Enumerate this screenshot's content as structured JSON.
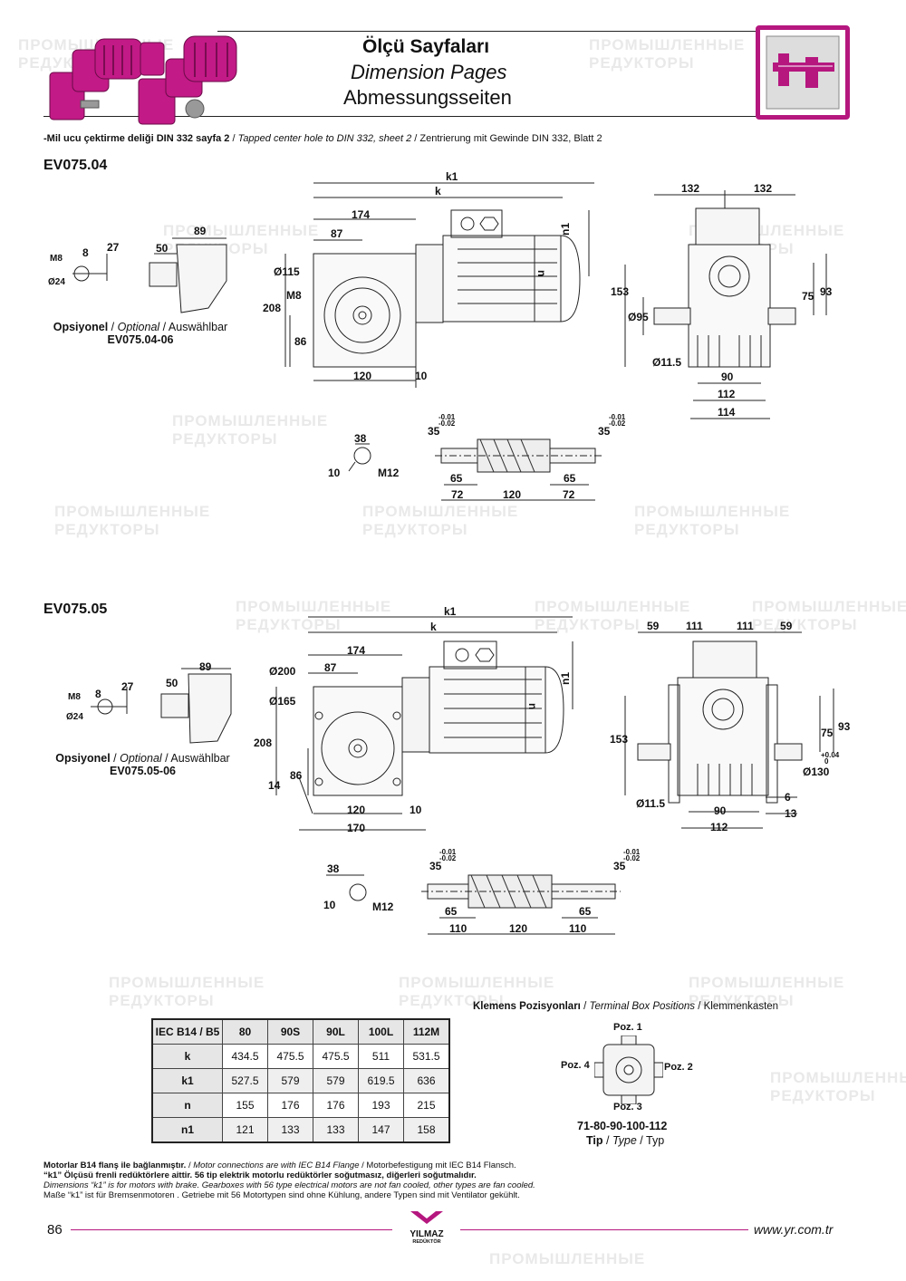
{
  "header": {
    "title_tr": "Ölçü Sayfaları",
    "title_en": "Dimension Pages",
    "title_de": "Abmessungsseiten",
    "note_tr": "-Mil ucu çektirme deliği DIN 332 sayfa 2",
    "note_en": "Tapped center hole to DIN 332, sheet 2",
    "note_de": "Zentrierung mit Gewinde DIN 332, Blatt 2",
    "sep": "/"
  },
  "colors": {
    "accent": "#b5177f",
    "line": "#222222"
  },
  "sections": [
    {
      "model": "EV075.04",
      "optional_tr": "Opsiyonel",
      "optional_en": "Optional",
      "optional_de": "Auswählbar",
      "optional_code": "EV075.04-06",
      "dims": {
        "k1": "k1",
        "k": "k",
        "d174": "174",
        "d87": "87",
        "d115": "Ø115",
        "m8": "M8",
        "d208": "208",
        "d86": "86",
        "d120": "120",
        "d10": "10",
        "n": "n",
        "n1": "n1",
        "d132a": "132",
        "d132b": "132",
        "d153": "153",
        "d75": "75",
        "d93": "93",
        "d95": "Ø95",
        "d11": "Ø11.5",
        "d90": "90",
        "d112": "112",
        "d114": "114",
        "o89": "89",
        "o50": "50",
        "o27": "27",
        "o8": "8",
        "oM8": "M8",
        "o24": "Ø24",
        "s38": "38",
        "s10": "10",
        "sM12": "M12",
        "h35a": "35",
        "h35b": "35",
        "tol1": "-0.01",
        "tol2": "-0.02",
        "h65a": "65",
        "h65b": "65",
        "h72a": "72",
        "h120": "120",
        "h72b": "72"
      }
    },
    {
      "model": "EV075.05",
      "optional_tr": "Opsiyonel",
      "optional_en": "Optional",
      "optional_de": "Auswählbar",
      "optional_code": "EV075.05-06",
      "dims": {
        "k1": "k1",
        "k": "k",
        "d174": "174",
        "d87": "87",
        "d200": "Ø200",
        "d165": "Ø165",
        "d208": "208",
        "d86": "86",
        "d14": "14",
        "d120": "120",
        "d10": "10",
        "d170": "170",
        "n": "n",
        "n1": "n1",
        "d59a": "59",
        "d111a": "111",
        "d111b": "111",
        "d59b": "59",
        "d153": "153",
        "d75": "75",
        "d93": "93",
        "tp": "+0.04",
        "t0": "0",
        "d130": "Ø130",
        "d11": "Ø11.5",
        "d90": "90",
        "d112": "112",
        "d6": "6",
        "d13": "13",
        "o89": "89",
        "o50": "50",
        "o27": "27",
        "o8": "8",
        "oM8": "M8",
        "o24": "Ø24",
        "s38": "38",
        "s10": "10",
        "sM12": "M12",
        "h35a": "35",
        "h35b": "35",
        "tol1": "-0.01",
        "tol2": "-0.02",
        "h65a": "65",
        "h65b": "65",
        "h110a": "110",
        "h120": "120",
        "h110b": "110"
      }
    }
  ],
  "table": {
    "corner": "IEC B14 / B5",
    "columns": [
      "80",
      "90S",
      "90L",
      "100L",
      "112M"
    ],
    "rows": [
      {
        "label": "k",
        "values": [
          "434.5",
          "475.5",
          "475.5",
          "511",
          "531.5"
        ]
      },
      {
        "label": "k1",
        "values": [
          "527.5",
          "579",
          "579",
          "619.5",
          "636"
        ]
      },
      {
        "label": "n",
        "values": [
          "155",
          "176",
          "176",
          "193",
          "215"
        ]
      },
      {
        "label": "n1",
        "values": [
          "121",
          "133",
          "133",
          "147",
          "158"
        ]
      }
    ]
  },
  "terminal": {
    "title_tr": "Klemens Pozisyonları",
    "title_en": "Terminal Box Positions",
    "title_de": "Klemmenkasten",
    "poz1": "Poz. 1",
    "poz2": "Poz. 2",
    "poz3": "Poz. 3",
    "poz4": "Poz. 4",
    "sizes": "71-80-90-100-112",
    "tip_tr": "Tip",
    "tip_en": "Type",
    "tip_de": "Typ"
  },
  "footer": {
    "line1_tr": "Motorlar B14 flanş ile bağlanmıştır.",
    "line1_en": "Motor connections are with IEC B14 Flange",
    "line1_de": "Motorbefestigung mit IEC B14 Flansch.",
    "line2": "“k1” Ölçüsü frenli redüktörlere aittir. 56 tip elektrik motorlu redüktörler soğutmasız, diğerleri soğutmalıdır.",
    "line3": "Dimensions “k1” is for motors with brake. Gearboxes with 56 type electrical motors are not fan cooled, other types are fan cooled.",
    "line4": "Maße “k1” ist für Bremsenmotoren . Getriebe mit 56 Motortypen sind ohne Kühlung, andere Typen sind mit Ventilator gekühlt.",
    "page": "86",
    "brand": "YILMAZ",
    "brand_sub": "REDÜKTÖR",
    "url": "www.yr.com.tr"
  },
  "watermark": {
    "line1": "ПРОМЫШЛЕННЫЕ",
    "line2": "РЕДУКТОРЫ"
  }
}
